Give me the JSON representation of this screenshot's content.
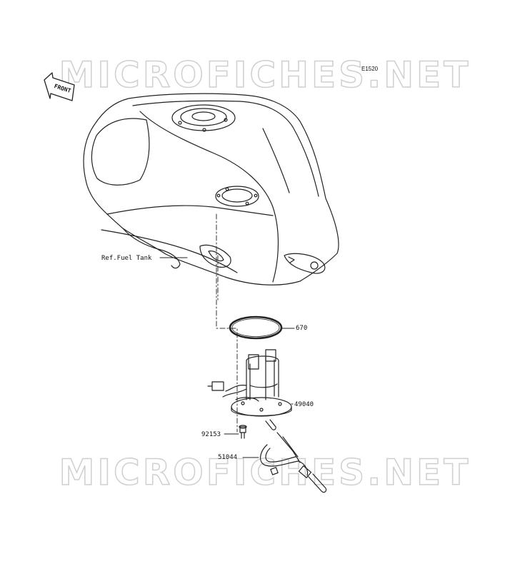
{
  "diagram": {
    "diagram_code": "E1520",
    "front_arrow_text": "FRONT",
    "watermark_text": "MICROFICHES.NET",
    "reference_label": "Ref.Fuel Tank",
    "parts": [
      {
        "number": "670"
      },
      {
        "number": "49040"
      },
      {
        "number": "92153"
      },
      {
        "number": "51044"
      }
    ]
  }
}
